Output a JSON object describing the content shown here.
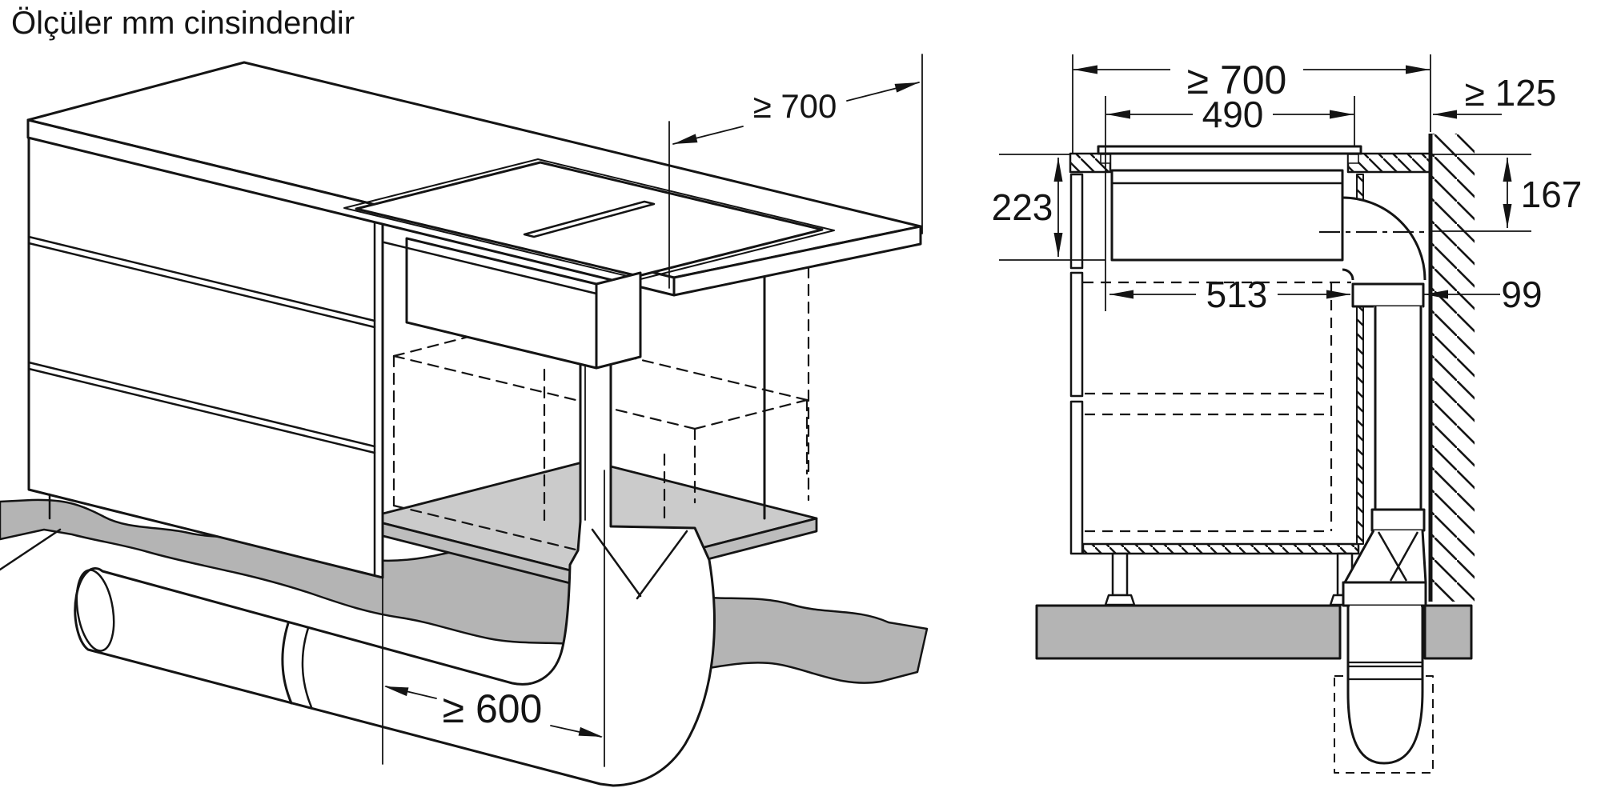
{
  "title": "Ölçüler mm cinsindendir",
  "perspective_view": {
    "name": "island-installation-perspective",
    "dim_min_worktop_depth": "≥ 700",
    "dim_min_cabinet_width": "≥ 600"
  },
  "section_view": {
    "name": "installation-cross-section",
    "dim_min_worktop_depth": "≥ 700",
    "dim_cutout_width": "490",
    "dim_min_rear_clearance": "≥ 125",
    "dim_appliance_height_below_worktop": "223",
    "dim_duct_outlet_drop": "167",
    "dim_appliance_housing_depth": "513",
    "dim_flat_duct_depth": "99"
  },
  "colors": {
    "line": "#141414",
    "shade_band": "#b4b4b4",
    "shelf": "#cbcbcb",
    "shelf_edge": "#bdbdbd",
    "floor": "#b4b4b4"
  }
}
